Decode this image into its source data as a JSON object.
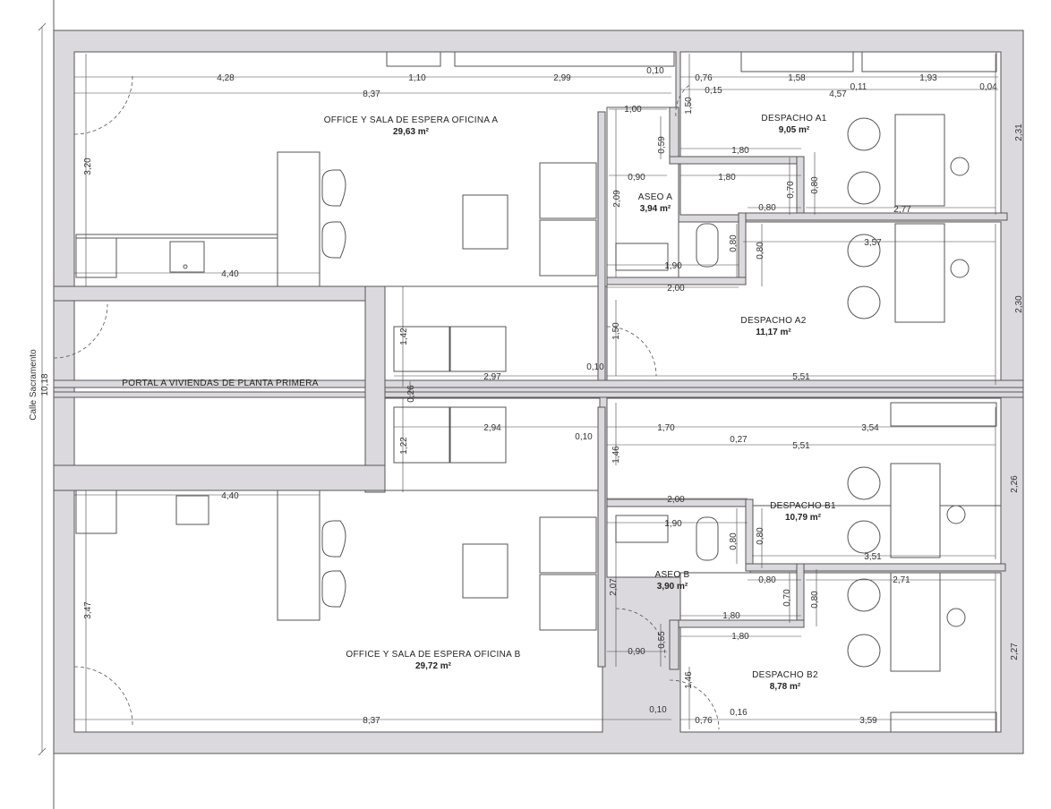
{
  "street": {
    "name": "Calle Sacramento",
    "length": "10,18"
  },
  "rooms": {
    "office_a": {
      "name": "OFFICE Y SALA DE ESPERA OFICINA A",
      "area": "29,63 m²"
    },
    "aseo_a": {
      "name": "ASEO A",
      "area": "3,94 m²"
    },
    "despacho_a1": {
      "name": "DESPACHO A1",
      "area": "9,05 m²"
    },
    "despacho_a2": {
      "name": "DESPACHO A2",
      "area": "11,17 m²"
    },
    "portal": {
      "name": "PORTAL A VIVIENDAS DE PLANTA PRIMERA"
    },
    "office_b": {
      "name": "OFFICE Y SALA DE ESPERA OFICINA B",
      "area": "29,72 m²"
    },
    "aseo_b": {
      "name": "ASEO B",
      "area": "3,90 m²"
    },
    "despacho_b1": {
      "name": "DESPACHO B1",
      "area": "10,79 m²"
    },
    "despacho_b2": {
      "name": "DESPACHO B2",
      "area": "8,78 m²"
    }
  },
  "dims": {
    "d1": "4,28",
    "d2": "1,10",
    "d3": "2,99",
    "d4": "0,10",
    "d5": "0,76",
    "d6": "1,58",
    "d7": "1,93",
    "d8": "8,37",
    "d9": "0,15",
    "d10": "4,57",
    "d11": "0,11",
    "d12": "0,04",
    "d13": "1,00",
    "d14": "1,50",
    "d15": "0,59",
    "d16": "1,80",
    "d17": "2,31",
    "d18": "3,20",
    "d19": "0,90",
    "d20": "1,80",
    "d21": "0,70",
    "d22": "0,80",
    "d23": "2,09",
    "d24": "0,80",
    "d25": "2,77",
    "d26": "0,80",
    "d27": "0,80",
    "d28": "3,57",
    "d29": "4,40",
    "d30": "1,90",
    "d31": "2,00",
    "d32": "2,30",
    "d33": "1,42",
    "d34": "1,50",
    "d35": "0,10",
    "d36": "2,97",
    "d37": "5,51",
    "d38": "0,26",
    "d39": "2,94",
    "d40": "0,10",
    "d41": "1,70",
    "d42": "3,54",
    "d43": "1,22",
    "d44": "0,27",
    "d45": "5,51",
    "d46": "1,46",
    "d47": "2,26",
    "d48": "4,40",
    "d49": "2,00",
    "d50": "1,90",
    "d51": "0,80",
    "d52": "0,80",
    "d53": "3,51",
    "d54": "0,80",
    "d55": "2,71",
    "d56": "2,07",
    "d57": "0,70",
    "d58": "0,80",
    "d59": "3,47",
    "d60": "1,80",
    "d61": "1,80",
    "d62": "0,55",
    "d63": "0,90",
    "d64": "2,27",
    "d65": "1,46",
    "d66": "8,37",
    "d67": "0,10",
    "d68": "0,76",
    "d69": "0,16",
    "d70": "3,59"
  }
}
